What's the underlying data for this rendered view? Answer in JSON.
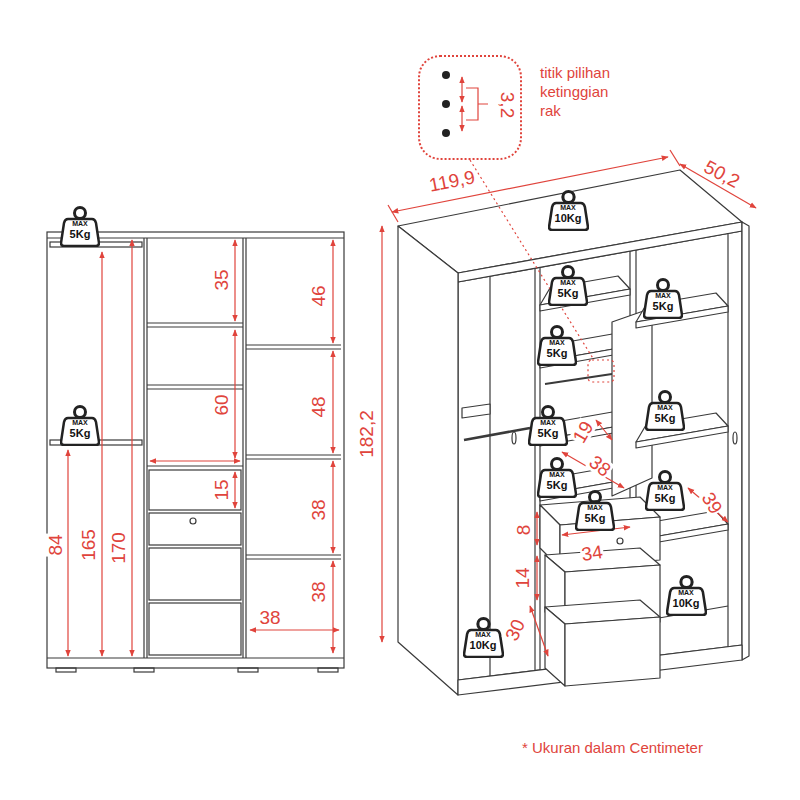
{
  "diagram": {
    "caption": "* Ukuran dalam Centimeter",
    "nodes": [
      {
        "text": [
          "MAX",
          "5Kg"
        ]
      },
      {
        "text": [
          "MAX",
          "5Kg"
        ]
      },
      {
        "text": [
          "3,2"
        ]
      },
      {
        "text": [
          "MAX",
          "10Kg"
        ]
      },
      {
        "text": [
          "MAX",
          "5Kg"
        ]
      },
      {
        "text": [
          "MAX",
          "5Kg"
        ]
      },
      {
        "text": [
          "MAX",
          "5Kg"
        ]
      },
      {
        "text": [
          "MAX",
          "5Kg"
        ]
      },
      {
        "text": [
          "MAX",
          "5Kg"
        ]
      },
      {
        "text": [
          "MAX",
          "5Kg"
        ]
      },
      {
        "text": [
          "MAX",
          "5Kg"
        ]
      },
      {
        "text": [
          "MAX",
          "5Kg"
        ]
      },
      {
        "text": [
          "MAX",
          "10Kg"
        ]
      },
      {
        "text": [
          "MAX",
          "10Kg"
        ]
      }
    ],
    "labels": [
      "35",
      "46",
      "60",
      "48",
      "15",
      "38",
      "84",
      "165",
      "170",
      "38",
      "38",
      "titik pilihan ketinggian rak",
      "119,9",
      "50,2",
      "182,2",
      "19",
      "38",
      "39",
      "8",
      "34",
      "14",
      "30"
    ]
  }
}
